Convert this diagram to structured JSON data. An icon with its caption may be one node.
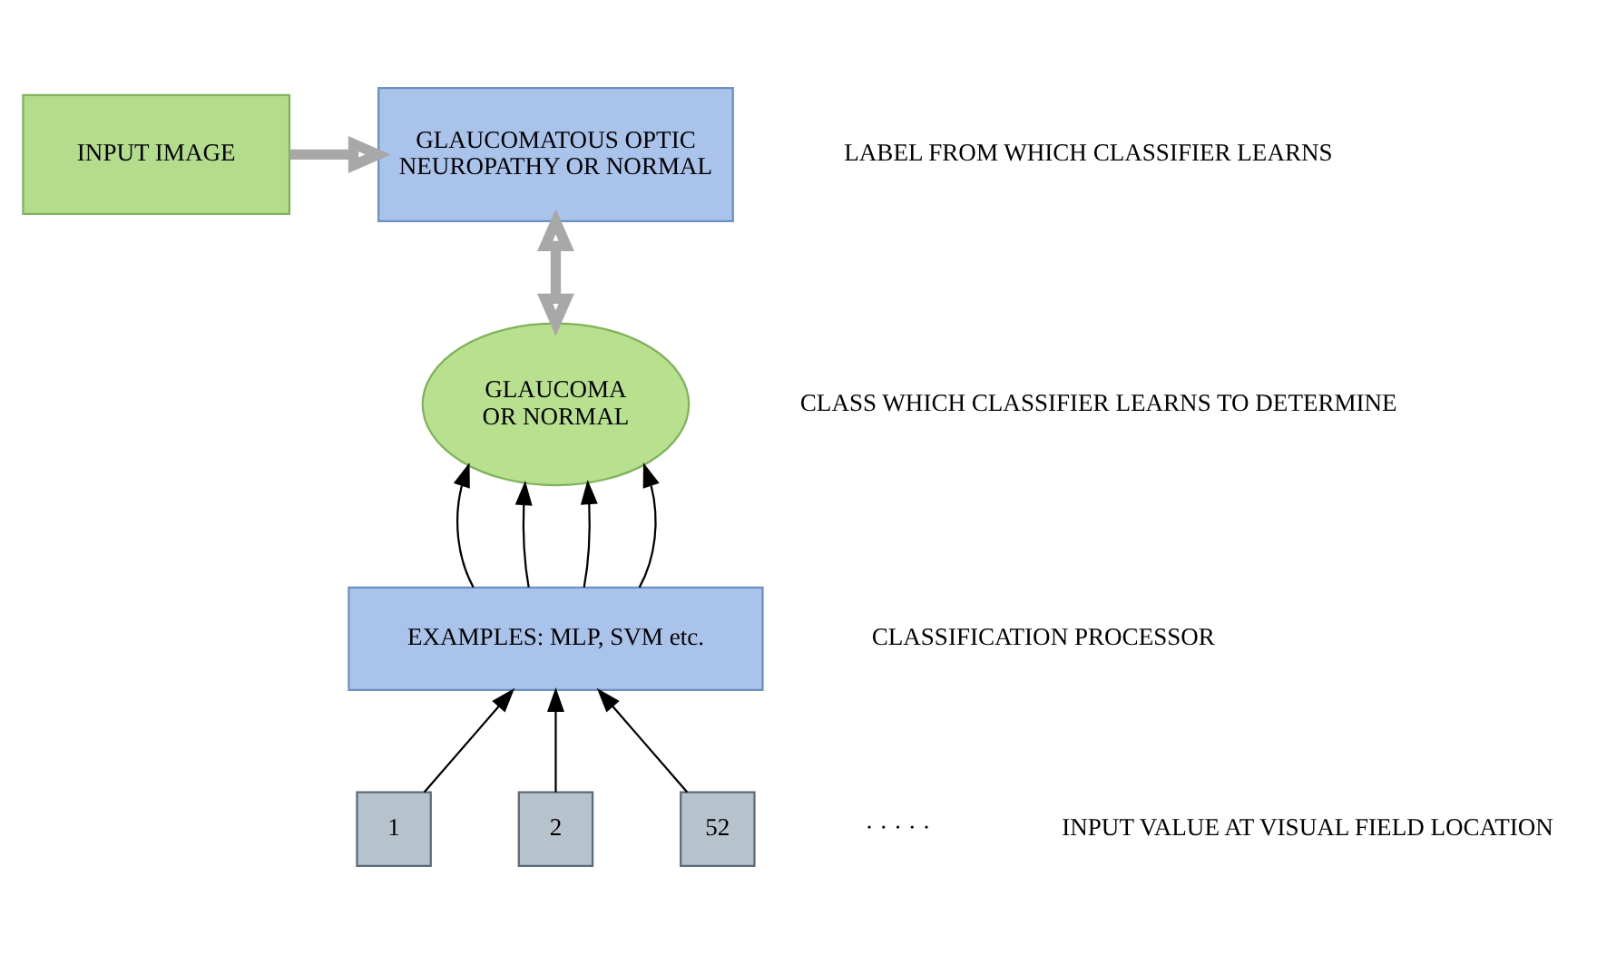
{
  "diagram": {
    "nodes": [
      {
        "text": [
          "INPUT IMAGE"
        ]
      },
      {
        "text": [
          "GLAUCOMATOUS OPTIC NEUROPATHY OR NORMAL"
        ]
      },
      {
        "text": [
          "GLAUCOMA OR NORMAL"
        ]
      },
      {
        "text": [
          "EXAMPLES: MLP, SVM etc."
        ]
      },
      {
        "text": [
          "1"
        ]
      },
      {
        "text": [
          "2"
        ]
      },
      {
        "text": [
          "52"
        ]
      }
    ],
    "edges": [
      {
        "from": 0,
        "to": 1,
        "arrow": "to",
        "style": "thick",
        "color": "#a8a8a8"
      },
      {
        "from": 1,
        "to": 2,
        "arrow": "both",
        "style": "thick",
        "color": "#a8a8a8"
      },
      {
        "from": 3,
        "to": 2,
        "arrow": "to"
      },
      {
        "from": 3,
        "to": 2,
        "arrow": "to"
      },
      {
        "from": 3,
        "to": 2,
        "arrow": "to"
      },
      {
        "from": 3,
        "to": 2,
        "arrow": "to"
      },
      {
        "from": 4,
        "to": 3,
        "arrow": "to"
      },
      {
        "from": 5,
        "to": 3,
        "arrow": "to"
      },
      {
        "from": 6,
        "to": 3,
        "arrow": "to"
      }
    ],
    "labels": [
      "LABEL FROM WHICH CLASSIFIER LEARNS",
      "CLASS WHICH CLASSIFIER LEARNS TO DETERMINE",
      "CLASSIFICATION PROCESSOR",
      "· · · · ·",
      "INPUT VALUE AT VISUAL FIELD LOCATION"
    ]
  }
}
